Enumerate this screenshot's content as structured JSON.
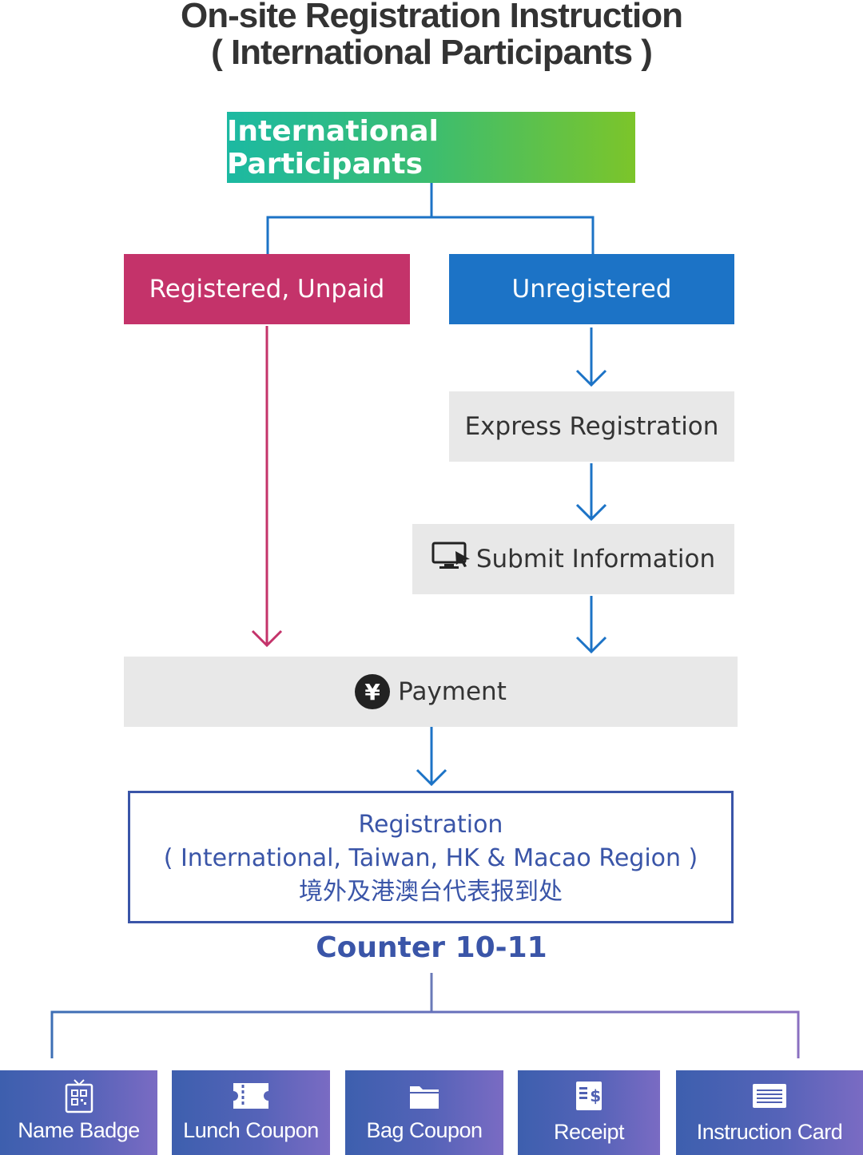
{
  "title": {
    "line1": "On-site Registration Instruction",
    "line2": "( International Participants )"
  },
  "flow": {
    "top": "International Participants",
    "registered_unpaid": "Registered, Unpaid",
    "unregistered": "Unregistered",
    "express_registration": "Express Registration",
    "submit_information": "Submit Information",
    "payment": "Payment",
    "payment_symbol": "¥"
  },
  "counter": {
    "line1": "Registration",
    "line2": "( International, Taiwan, HK & Macao Region )",
    "line3": "境外及港澳台代表报到处",
    "label": "Counter 10-11"
  },
  "items": [
    {
      "label": "Name Badge",
      "icon": "name-badge-icon"
    },
    {
      "label": "Lunch Coupon",
      "icon": "ticket-icon"
    },
    {
      "label": "Bag Coupon",
      "icon": "folder-icon"
    },
    {
      "label": "Receipt",
      "icon": "receipt-icon"
    },
    {
      "label": "Instruction Card",
      "icon": "card-icon"
    }
  ],
  "colors": {
    "registered_unpaid": "#c4336a",
    "unregistered": "#1c73c6",
    "counter": "#3a55a8",
    "top_gradient_start": "#1cb9a2",
    "top_gradient_end": "#7cc52a"
  }
}
